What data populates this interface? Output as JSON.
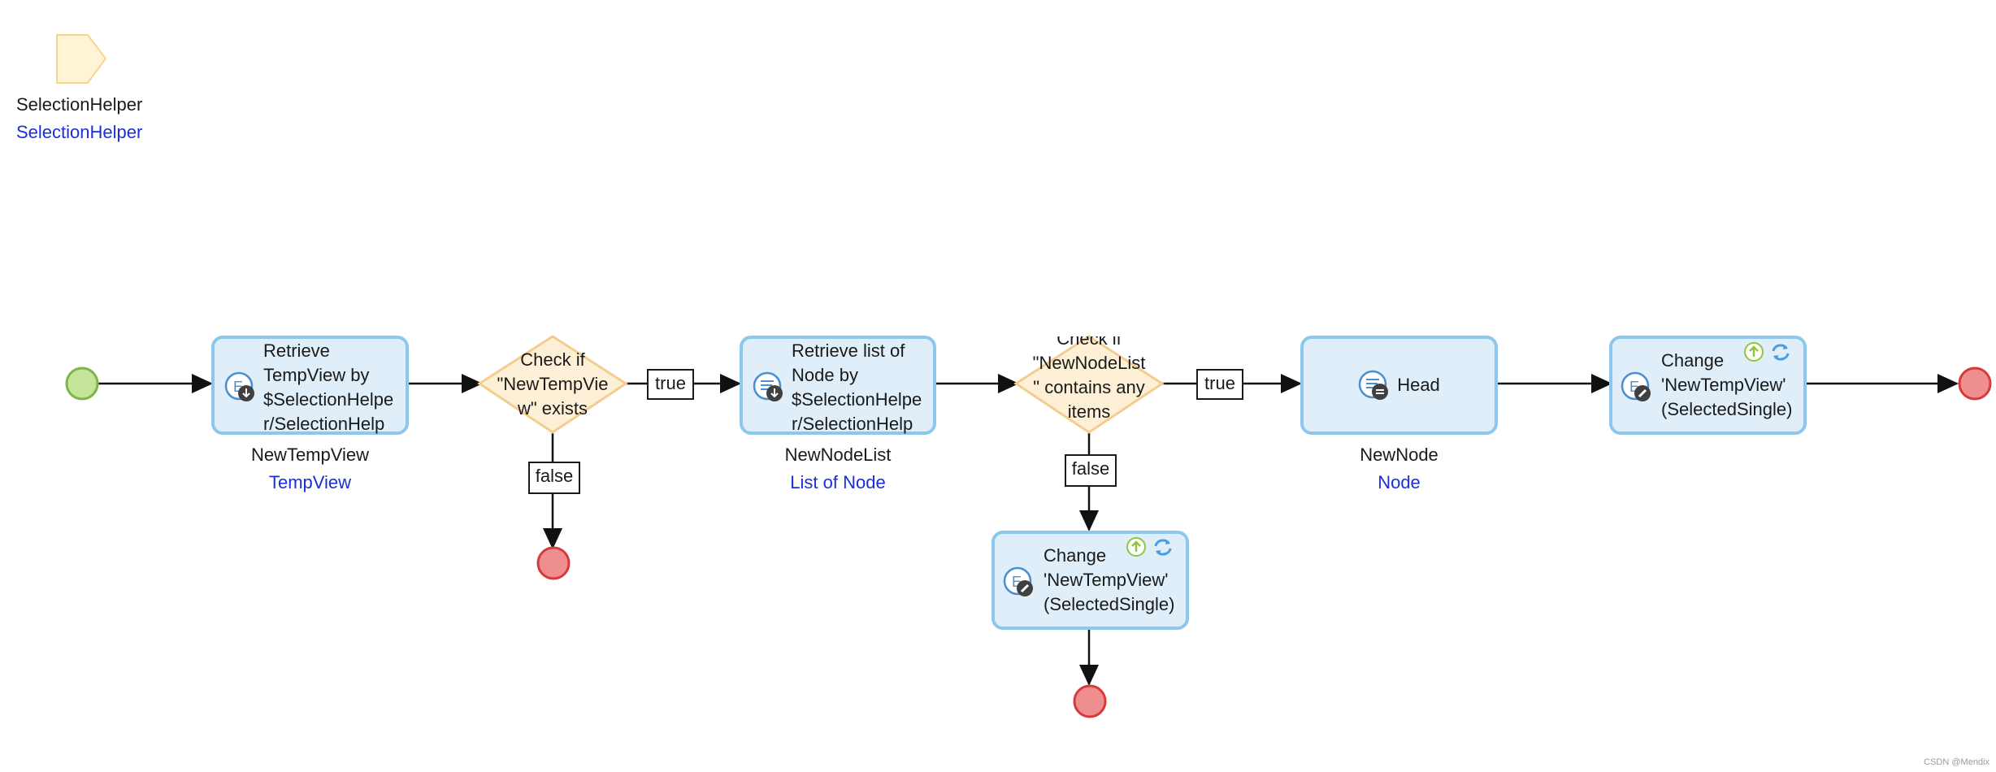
{
  "parameter": {
    "name": "SelectionHelper",
    "type": "SelectionHelper"
  },
  "activities": {
    "retrieve_tempview": {
      "lines": [
        "Retrieve",
        "TempView by",
        "$SelectionHelpe",
        "r/SelectionHelp"
      ],
      "var_name": "NewTempView",
      "var_type": "TempView"
    },
    "retrieve_nodelist": {
      "lines": [
        "Retrieve list of",
        "Node by",
        "$SelectionHelpe",
        "r/SelectionHelp"
      ],
      "var_name": "NewNodeList",
      "var_type": "List of Node"
    },
    "head": {
      "label": "Head",
      "var_name": "NewNode",
      "var_type": "Node"
    },
    "change_top": {
      "lines": [
        "Change",
        "'NewTempView'",
        "(SelectedSingle)"
      ]
    },
    "change_bottom": {
      "lines": [
        "Change",
        "'NewTempView'",
        "(SelectedSingle)"
      ]
    }
  },
  "decisions": {
    "d1": {
      "lines": [
        "Check if",
        "\"NewTempVie",
        "w\" exists"
      ]
    },
    "d2": {
      "lines": [
        "Check if",
        "\"NewNodeList",
        "\" contains any",
        "items"
      ]
    }
  },
  "flow_labels": {
    "d1_true": "true",
    "d1_false": "false",
    "d2_true": "true",
    "d2_false": "false"
  },
  "colors": {
    "start": "#c5e49a",
    "start_stroke": "#7ab648",
    "end": "#ee8e8e",
    "end_stroke": "#d73a3a",
    "activity_fill": "#dfeef9",
    "activity_stroke": "#8cc8ee",
    "decision_fill": "#fdf0d6",
    "decision_stroke": "#f5cc8f",
    "parameter_fill": "#fff5d6",
    "parameter_stroke": "#f5d689",
    "type_text": "#1a2fd8"
  },
  "icons": {
    "retrieve": "retrieve-object-icon",
    "head": "list-operation-icon",
    "change": "change-object-icon",
    "commit_badge": "commit-icon",
    "refresh_badge": "refresh-client-icon"
  },
  "watermark": "CSDN @Mendix"
}
